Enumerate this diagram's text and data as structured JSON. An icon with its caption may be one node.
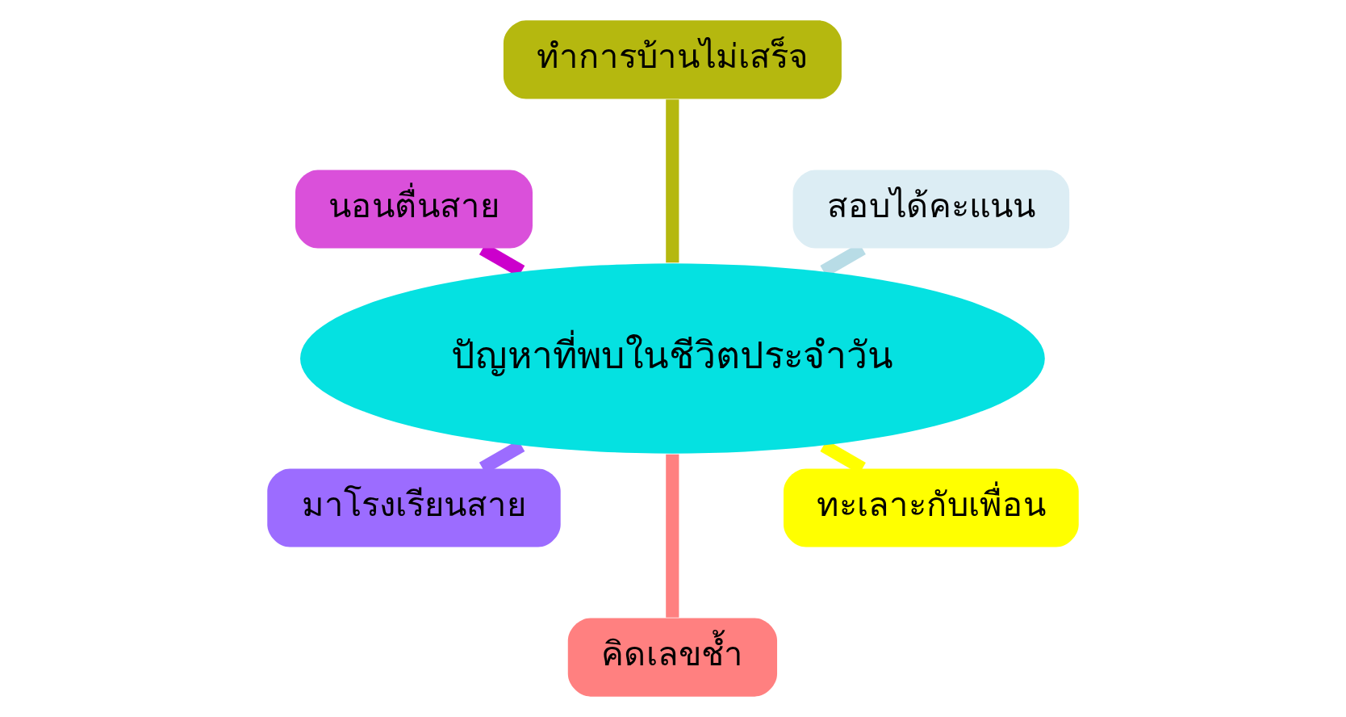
{
  "diagram": {
    "nodes": [
      {
        "text": [
          "ปัญหาที่พบในชีวิตประจำวัน"
        ]
      },
      {
        "text": [
          "ทำการบ้านไม่เสร็จ"
        ]
      },
      {
        "text": [
          "สอบได้คะแนน"
        ]
      },
      {
        "text": [
          "ทะเลาะกับเพื่อน"
        ]
      },
      {
        "text": [
          "คิดเลขช้ำ"
        ]
      },
      {
        "text": [
          "มาโรงเรียนสาย"
        ]
      },
      {
        "text": [
          "นอนตื่นสาย"
        ]
      }
    ],
    "edges": [
      {
        "from": 0,
        "to": 1,
        "arrow": "none",
        "color": "#b5b80f"
      },
      {
        "from": 0,
        "to": 2,
        "arrow": "none",
        "color": "#b8dce6"
      },
      {
        "from": 0,
        "to": 3,
        "arrow": "none",
        "color": "#ffff00"
      },
      {
        "from": 0,
        "to": 4,
        "arrow": "none",
        "color": "#ff8080"
      },
      {
        "from": 0,
        "to": 5,
        "arrow": "none",
        "color": "#9c6cff"
      },
      {
        "from": 0,
        "to": 6,
        "arrow": "none",
        "color": "#cc00cc"
      }
    ]
  }
}
